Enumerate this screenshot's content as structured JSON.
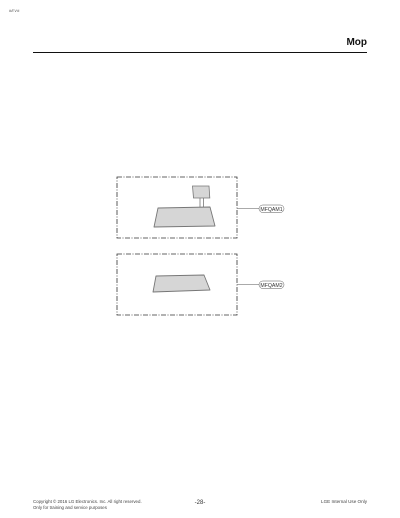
{
  "header": {
    "corner_tag": "#EV#",
    "title": "Mop"
  },
  "parts": [
    {
      "code": "MFQAM1"
    },
    {
      "code": "MFQAM2"
    }
  ],
  "footer": {
    "copyright": "Copyright © 2016 LG Electronics. Inc. All right reserved.",
    "purpose": "Only for training and service purposes",
    "page": "-28-",
    "notice": "LGE Internal Use Only"
  },
  "colors": {
    "part_fill": "#d6d6d6",
    "part_outline": "#777777",
    "frame": "#333333",
    "rule": "#111111"
  }
}
